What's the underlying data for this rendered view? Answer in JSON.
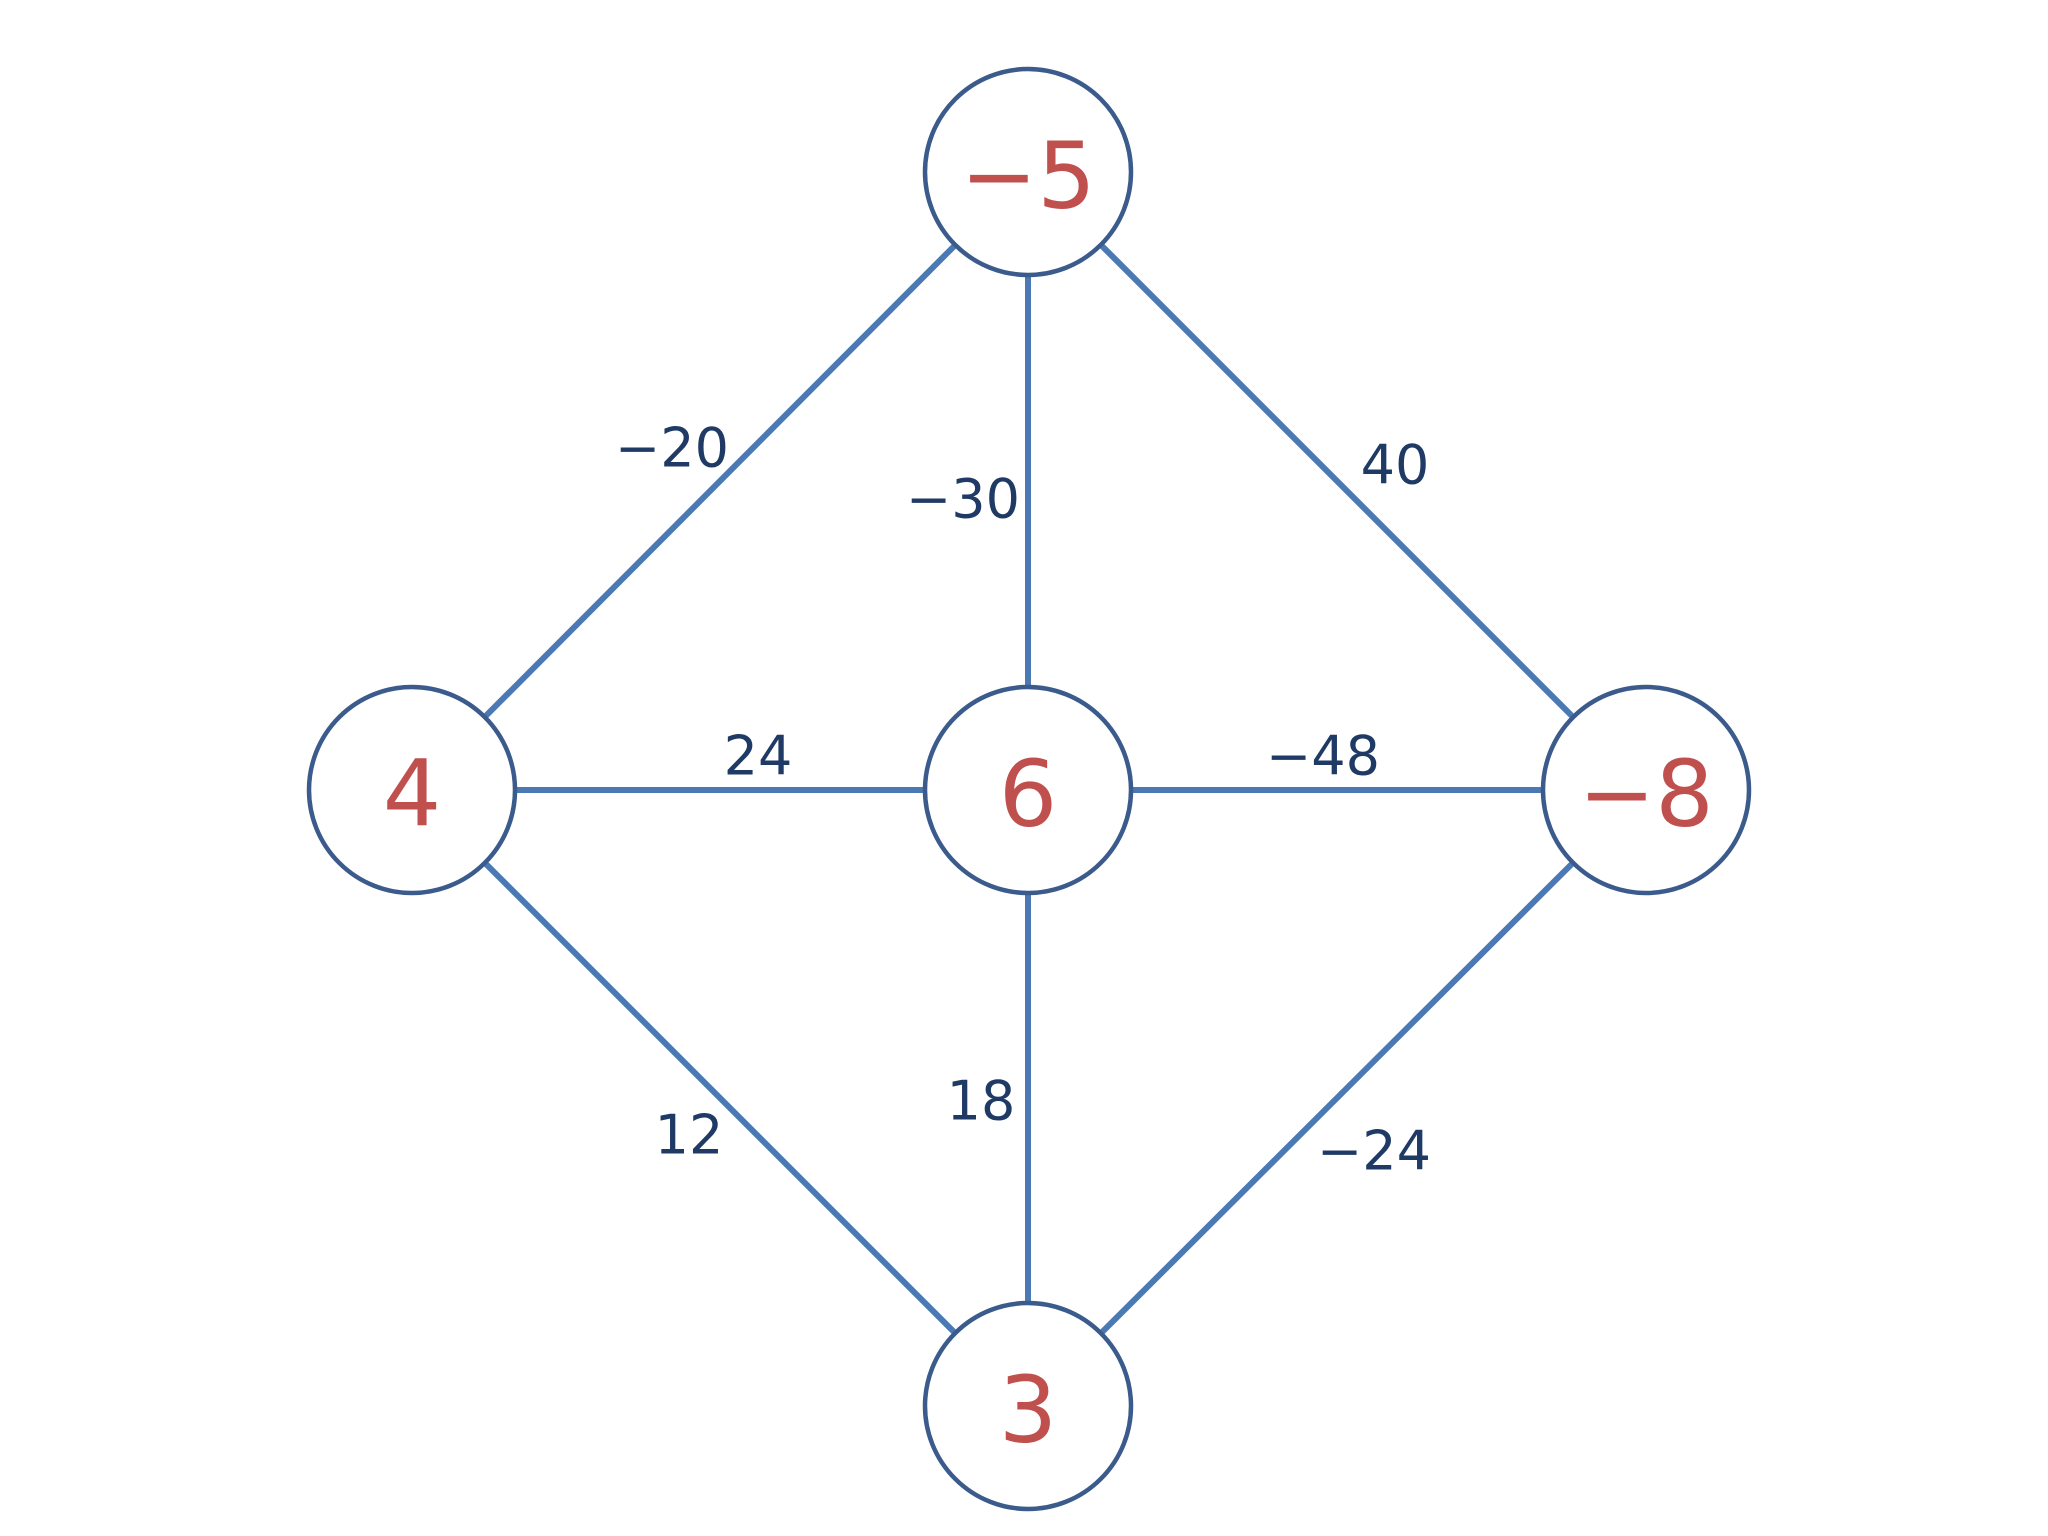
{
  "colors": {
    "edge": "#4a79b3",
    "node_border": "#3b5b8c",
    "node_value": "#c0504d",
    "edge_value": "#1f3a64"
  },
  "nodes": [
    {
      "id": "top",
      "value": "−5"
    },
    {
      "id": "left",
      "value": "4"
    },
    {
      "id": "center",
      "value": "6"
    },
    {
      "id": "right",
      "value": "−8"
    },
    {
      "id": "bottom",
      "value": "3"
    }
  ],
  "edges": [
    {
      "from": "top",
      "to": "left",
      "weight": "−20"
    },
    {
      "from": "top",
      "to": "center",
      "weight": "−30"
    },
    {
      "from": "top",
      "to": "right",
      "weight": "40"
    },
    {
      "from": "left",
      "to": "center",
      "weight": "24"
    },
    {
      "from": "center",
      "to": "right",
      "weight": "−48"
    },
    {
      "from": "left",
      "to": "bottom",
      "weight": "12"
    },
    {
      "from": "center",
      "to": "bottom",
      "weight": "18"
    },
    {
      "from": "right",
      "to": "bottom",
      "weight": "−24"
    }
  ]
}
